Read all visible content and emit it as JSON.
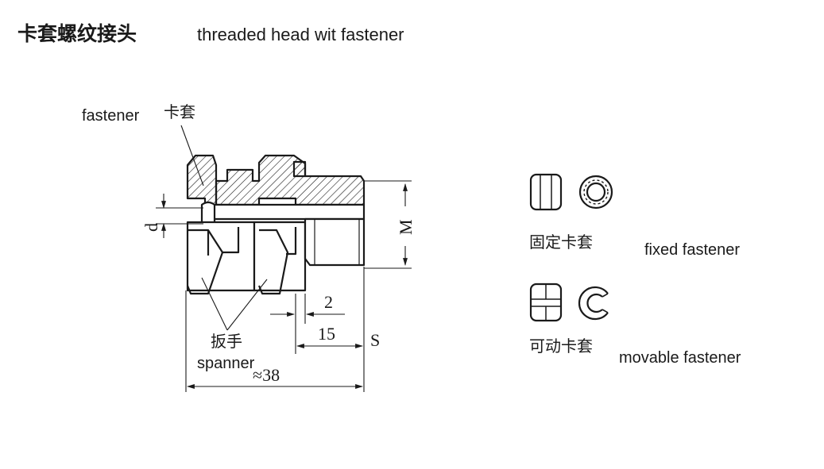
{
  "title": {
    "chinese": "卡套螺纹接头",
    "english": "threaded head wit fastener"
  },
  "labels": {
    "fastener_en": "fastener",
    "fastener_cn": "卡套",
    "spanner_cn": "扳手",
    "spanner_en": "spanner",
    "fixed_cn": "固定卡套",
    "fixed_en": "fixed fastener",
    "movable_cn": "可动卡套",
    "movable_en": "movable fastener"
  },
  "dimensions": {
    "d": "d",
    "M": "M",
    "two": "2",
    "fifteen": "15",
    "S": "S",
    "total": "≈38"
  },
  "colors": {
    "ink": "#1a1a1a",
    "background": "#ffffff"
  }
}
